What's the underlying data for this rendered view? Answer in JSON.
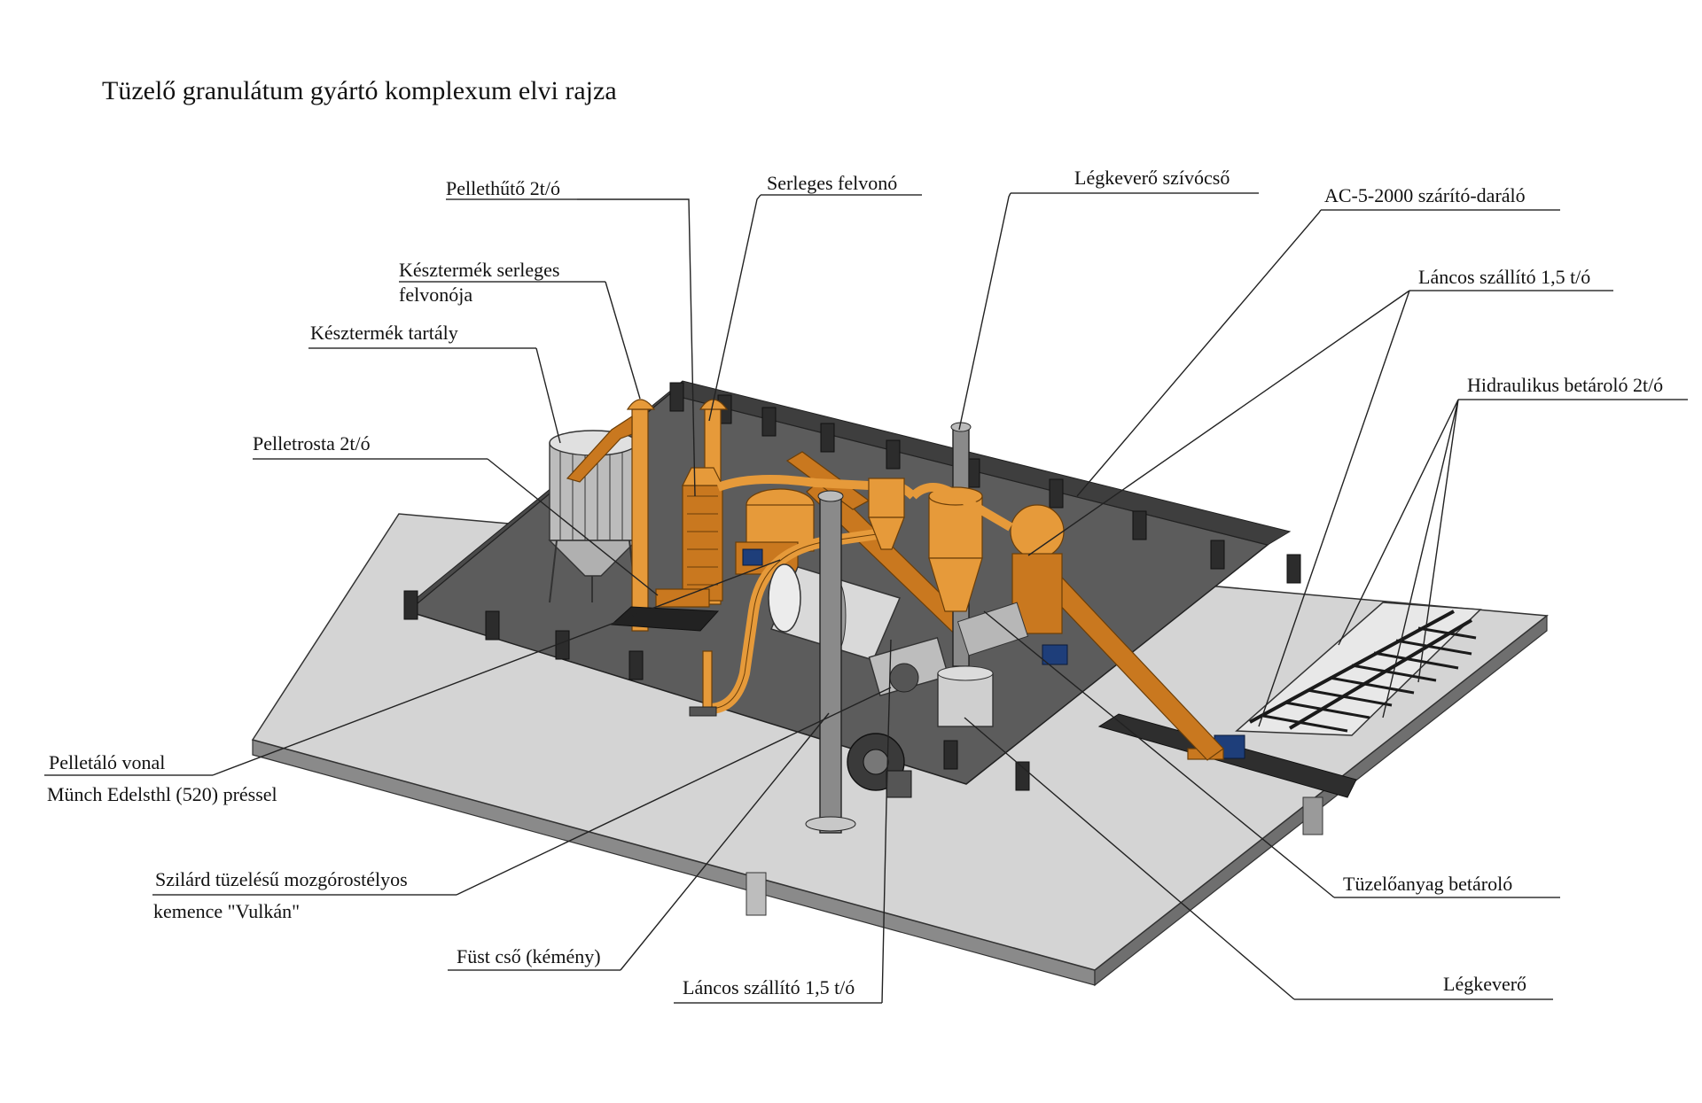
{
  "title": "Tüzelő granulátum gyártó komplexum elvi rajza",
  "labels": {
    "pellethuto": "Pellethűtő 2t/ó",
    "serleges_felvono": "Serleges felvonó",
    "legkevero_szivocso": "Légkeverő szívócső",
    "ac_szarito": "AC-5-2000 szárító-daráló",
    "keszt_serleges_1": "Késztermék serleges",
    "keszt_serleges_2": "felvonója",
    "lancos_szallito_top": "Láncos szállító 1,5 t/ó",
    "keszt_tartaly": "Késztermék tartály",
    "hidraulikus": "Hidraulikus betároló 2t/ó",
    "pelletrosta": "Pelletrosta 2t/ó",
    "pelletalo_1": "Pelletáló vonal",
    "pelletalo_2": "Münch Edelsthl (520) préssel",
    "szilard_1": "Szilárd tüzelésű mozgórostélyos",
    "szilard_2": "kemence \"Vulkán\"",
    "tuzeloanyag": "Tüzelőanyag betároló",
    "fust_cso": "Füst cső (kémény)",
    "lancos_szallito_bottom": "Láncos szállító 1,5 t/ó",
    "legkevero": "Légkeverő"
  },
  "colors": {
    "equipment": "#e69a3a",
    "pit_floor": "#5a5a5a",
    "slab": "#d4d4d4",
    "motor": "#1e3e7a"
  }
}
